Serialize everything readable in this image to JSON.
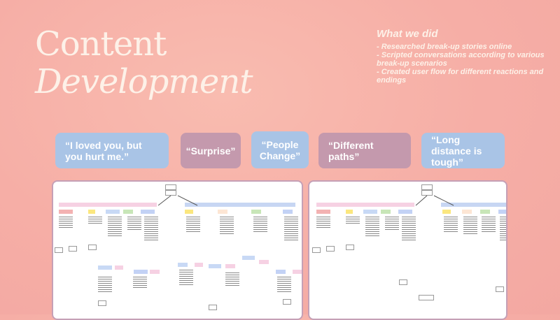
{
  "title": {
    "line1": "Content",
    "line2": "Development"
  },
  "what_we_did": {
    "heading": "What we did",
    "items": [
      "Researched break-up stories online",
      "Scripted conversations according to various break-up scenarios",
      "Created user flow for different reactions and endings"
    ]
  },
  "tags": [
    "“I loved you, but you hurt me.”",
    "“Surprise”",
    "“People Change”",
    "“Different paths”",
    "“Long distance is tough”"
  ],
  "colors": {
    "blue_tag": "#a9c4e6",
    "mauve_tag": "#c499ad",
    "panel_border": "#c5a0b6"
  }
}
